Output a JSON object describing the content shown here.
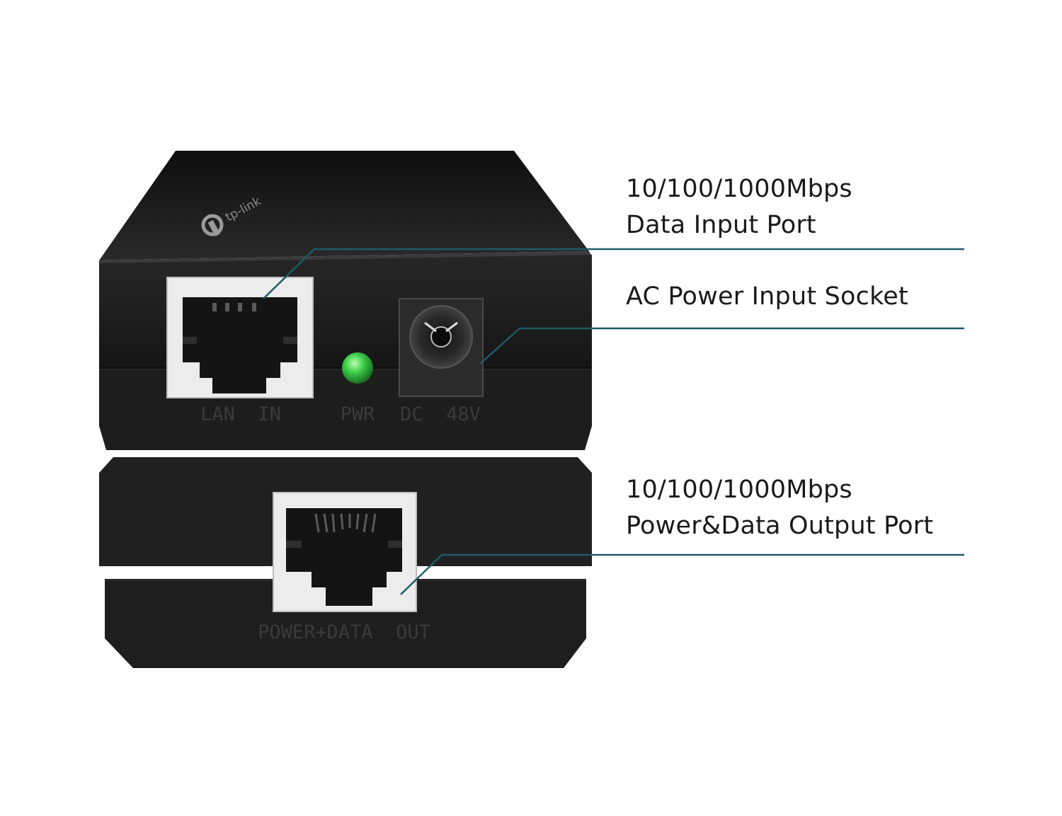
{
  "callouts": {
    "data_input": {
      "line1": "10/100/1000Mbps",
      "line2": "Data Input Port"
    },
    "ac_power": {
      "line1": "AC Power Input Socket"
    },
    "output": {
      "line1": "10/100/1000Mbps",
      "line2": "Power&Data Output Port"
    }
  },
  "device": {
    "logo": "tp-link",
    "labels": {
      "lan_in": "LAN  IN",
      "pwr": "PWR",
      "dc": "DC  48V",
      "out": "POWER+DATA  OUT"
    },
    "led_color": "#3fcf4a"
  },
  "colors": {
    "leader_line": "#1f5a66",
    "body": "#1c1c1c",
    "port_frame": "#e8e8e8"
  }
}
